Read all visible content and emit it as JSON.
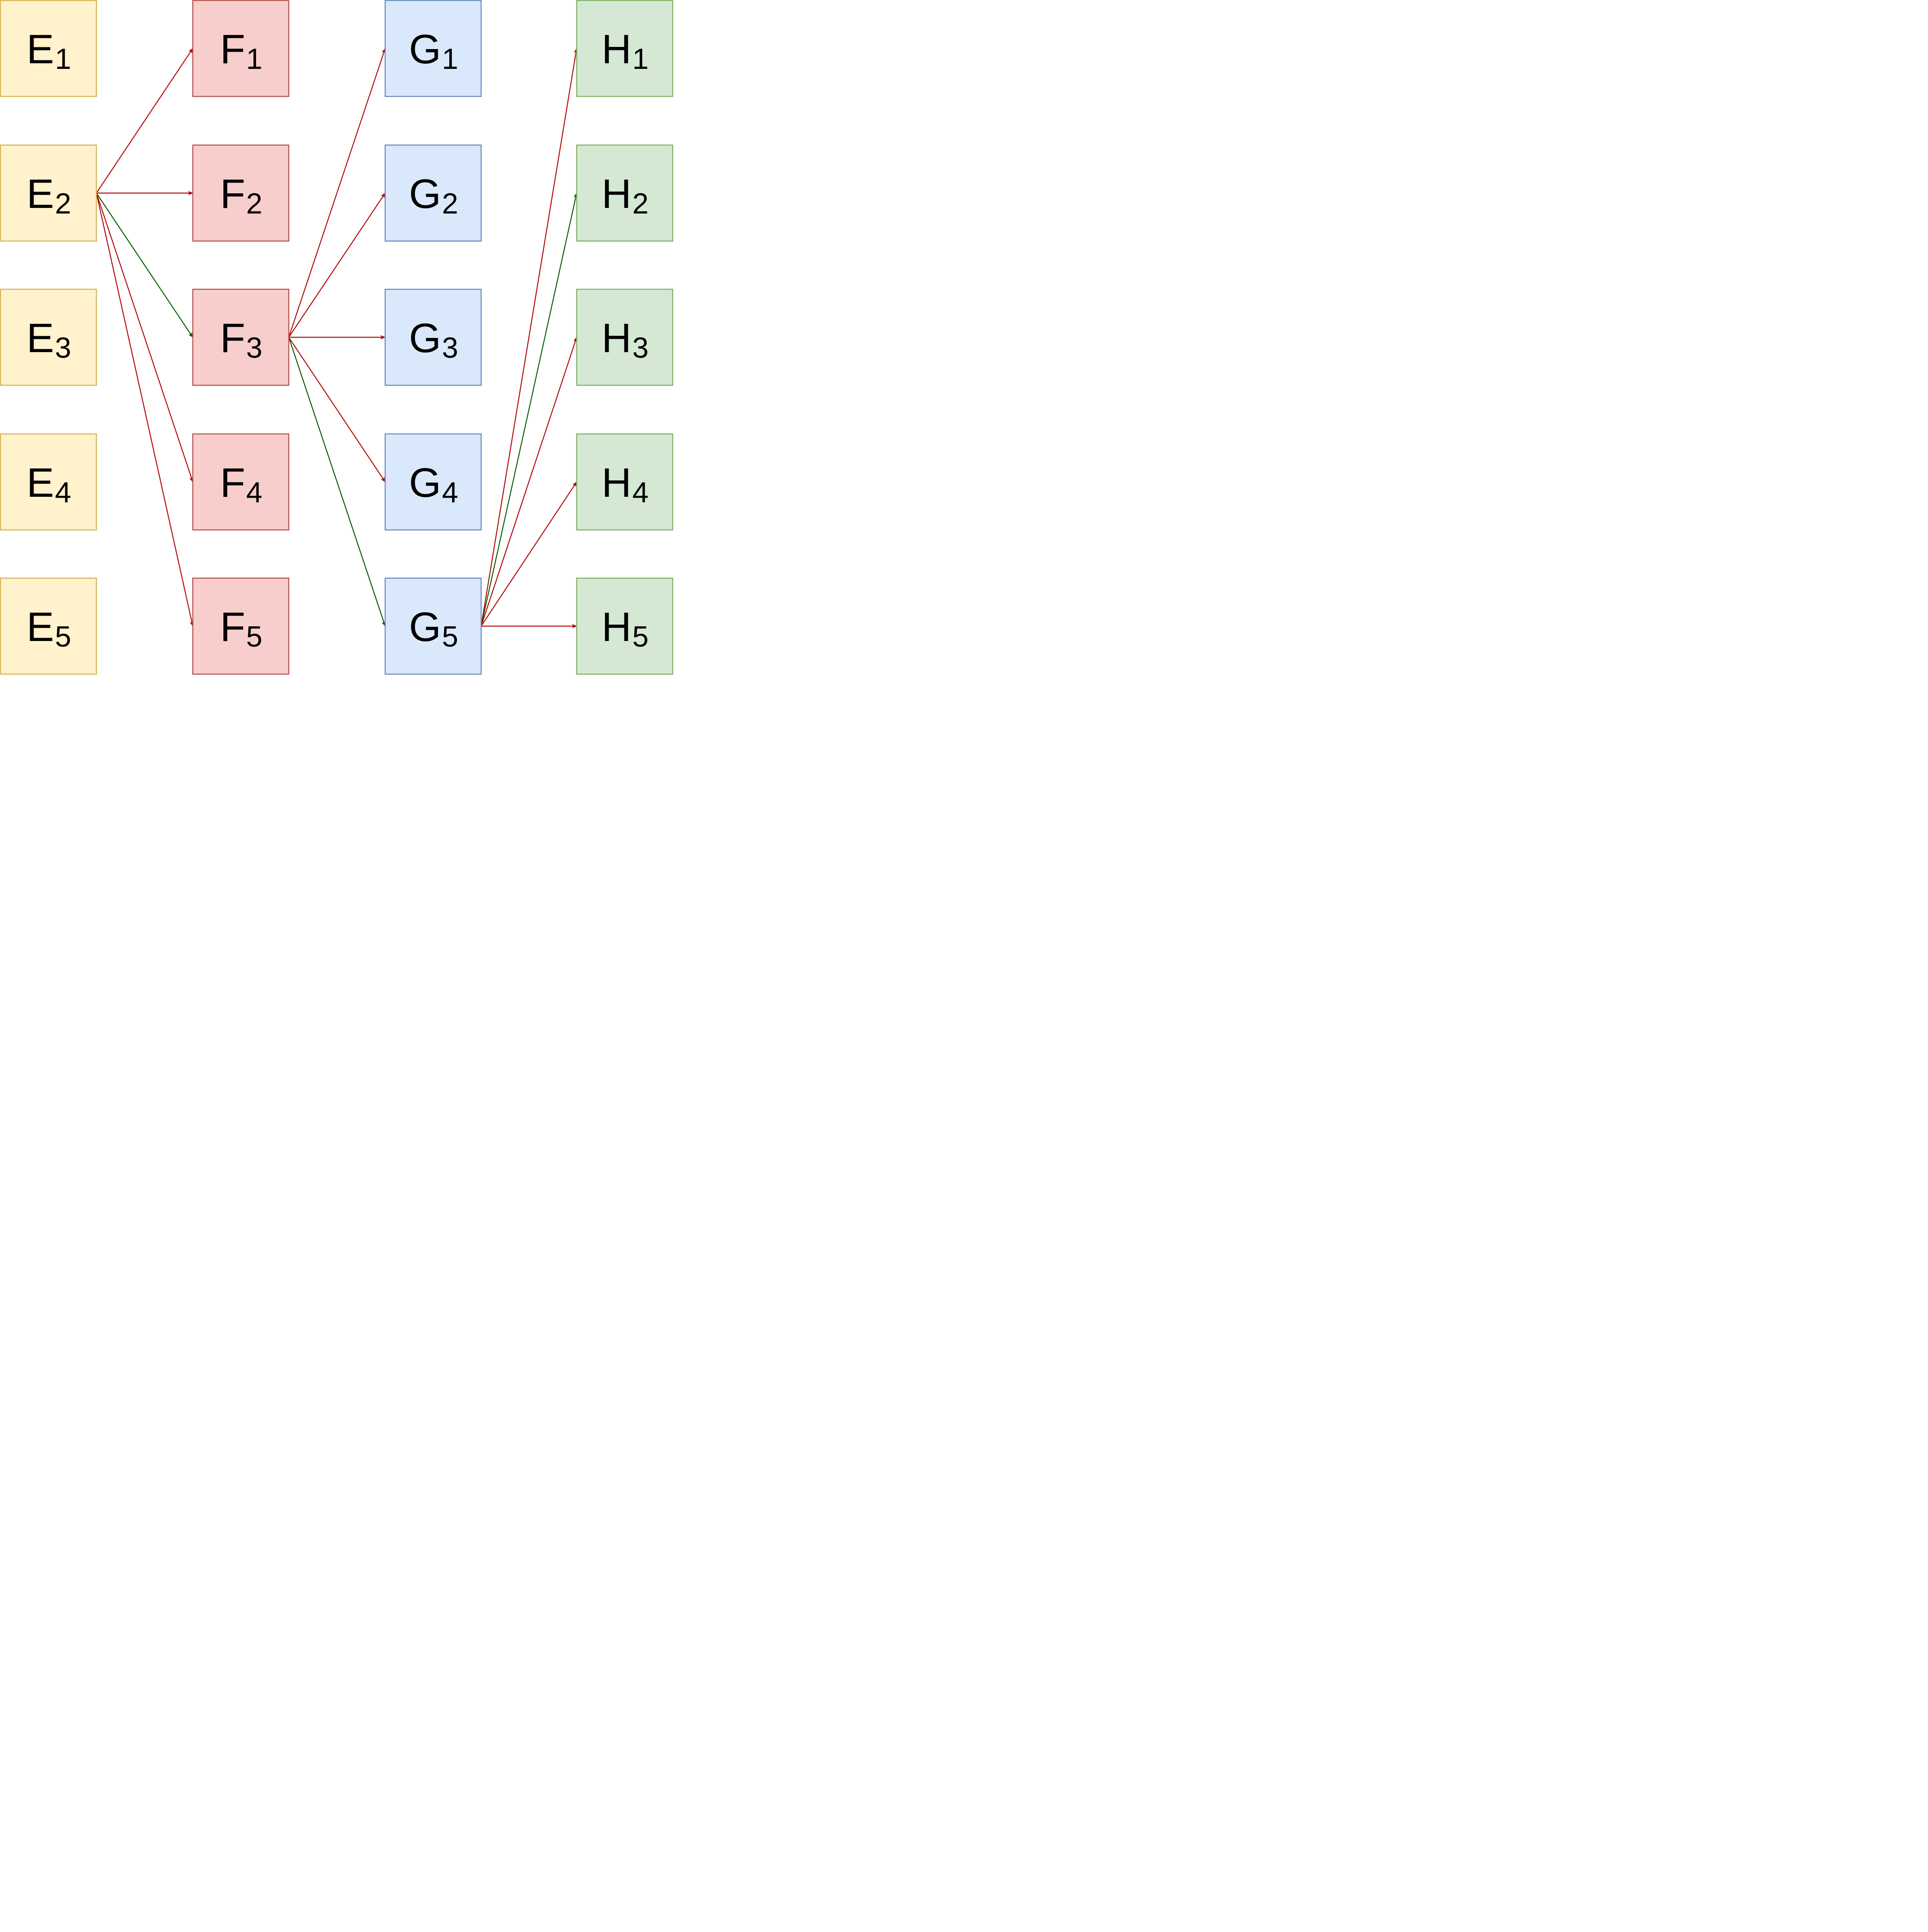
{
  "colors": {
    "E": {
      "fill": "#fff2cc",
      "stroke": "#d6b656"
    },
    "F": {
      "fill": "#f8cecc",
      "stroke": "#b85450"
    },
    "G": {
      "fill": "#dae8fc",
      "stroke": "#6c8ebf"
    },
    "H": {
      "fill": "#d5e8d4",
      "stroke": "#82b366"
    },
    "edge_red": "#b20000",
    "edge_green": "#005700"
  },
  "columns": [
    {
      "letter": "E",
      "nodes": [
        {
          "id": "E1",
          "letter": "E",
          "sub": "1"
        },
        {
          "id": "E2",
          "letter": "E",
          "sub": "2"
        },
        {
          "id": "E3",
          "letter": "E",
          "sub": "3"
        },
        {
          "id": "E4",
          "letter": "E",
          "sub": "4"
        },
        {
          "id": "E5",
          "letter": "E",
          "sub": "5"
        }
      ]
    },
    {
      "letter": "F",
      "nodes": [
        {
          "id": "F1",
          "letter": "F",
          "sub": "1"
        },
        {
          "id": "F2",
          "letter": "F",
          "sub": "2"
        },
        {
          "id": "F3",
          "letter": "F",
          "sub": "3"
        },
        {
          "id": "F4",
          "letter": "F",
          "sub": "4"
        },
        {
          "id": "F5",
          "letter": "F",
          "sub": "5"
        }
      ]
    },
    {
      "letter": "G",
      "nodes": [
        {
          "id": "G1",
          "letter": "G",
          "sub": "1"
        },
        {
          "id": "G2",
          "letter": "G",
          "sub": "2"
        },
        {
          "id": "G3",
          "letter": "G",
          "sub": "3"
        },
        {
          "id": "G4",
          "letter": "G",
          "sub": "4"
        },
        {
          "id": "G5",
          "letter": "G",
          "sub": "5"
        }
      ]
    },
    {
      "letter": "H",
      "nodes": [
        {
          "id": "H1",
          "letter": "H",
          "sub": "1"
        },
        {
          "id": "H2",
          "letter": "H",
          "sub": "2"
        },
        {
          "id": "H3",
          "letter": "H",
          "sub": "3"
        },
        {
          "id": "H4",
          "letter": "H",
          "sub": "4"
        },
        {
          "id": "H5",
          "letter": "H",
          "sub": "5"
        }
      ]
    }
  ],
  "edges": [
    {
      "from": "E2",
      "to": "F1",
      "color": "red"
    },
    {
      "from": "E2",
      "to": "F2",
      "color": "red"
    },
    {
      "from": "E2",
      "to": "F3",
      "color": "green"
    },
    {
      "from": "E2",
      "to": "F4",
      "color": "red"
    },
    {
      "from": "E2",
      "to": "F5",
      "color": "red"
    },
    {
      "from": "F3",
      "to": "G1",
      "color": "red"
    },
    {
      "from": "F3",
      "to": "G2",
      "color": "red"
    },
    {
      "from": "F3",
      "to": "G3",
      "color": "red"
    },
    {
      "from": "F3",
      "to": "G4",
      "color": "red"
    },
    {
      "from": "F3",
      "to": "G5",
      "color": "green"
    },
    {
      "from": "G5",
      "to": "H1",
      "color": "red"
    },
    {
      "from": "G5",
      "to": "H2",
      "color": "green"
    },
    {
      "from": "G5",
      "to": "H3",
      "color": "red"
    },
    {
      "from": "G5",
      "to": "H4",
      "color": "red"
    },
    {
      "from": "G5",
      "to": "H5",
      "color": "red"
    }
  ]
}
